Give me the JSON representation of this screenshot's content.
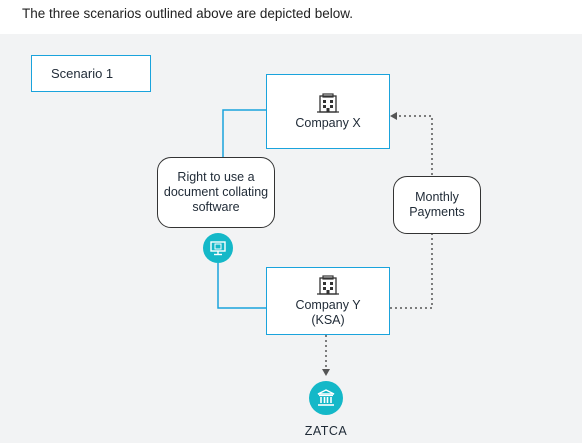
{
  "intro_text": "The three scenarios outlined above are depicted below.",
  "scenario_label": "Scenario 1",
  "company_x": {
    "name": "Company X",
    "icon": "building-icon"
  },
  "company_y": {
    "name_line1": "Company Y",
    "name_line2": "(KSA)",
    "icon": "building-icon"
  },
  "rights": {
    "line1": "Right to use a",
    "line2": "document collating",
    "line3": "software"
  },
  "payments": {
    "line1": "Monthly",
    "line2": "Payments"
  },
  "software_icon": "computer-icon",
  "zatca": {
    "label": "ZATCA",
    "icon": "bank-icon"
  },
  "colors": {
    "accent": "#1aa3dc",
    "teal": "#14b8c8",
    "panel": "#f2f3f4"
  }
}
